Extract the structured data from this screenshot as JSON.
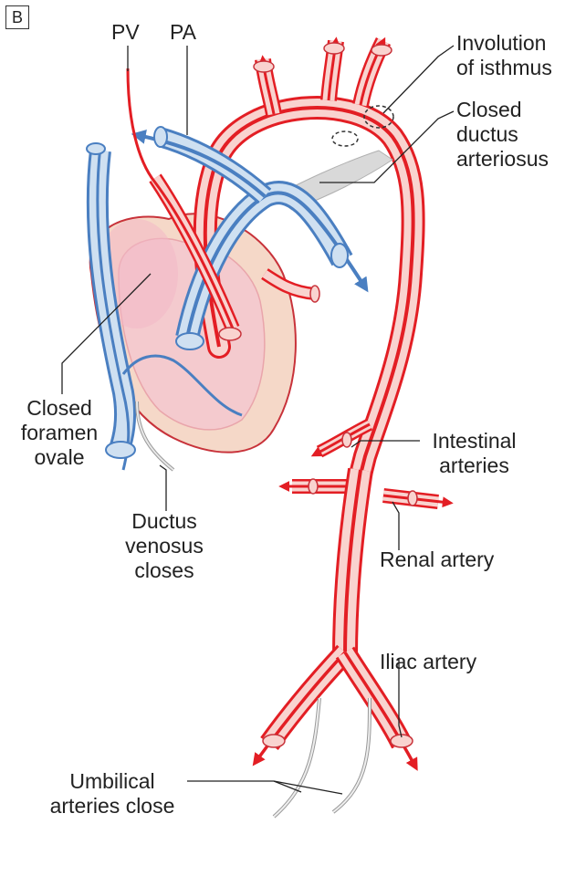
{
  "panel_letter": "B",
  "labels": {
    "pv": "PV",
    "pa": "PA",
    "involution": [
      "Involution",
      "of isthmus"
    ],
    "closed_ductus": [
      "Closed",
      "ductus",
      "arteriosus"
    ],
    "foramen": [
      "Closed",
      "foramen",
      "ovale"
    ],
    "intestinal": [
      "Intestinal",
      "arteries"
    ],
    "ductus_venosus": [
      "Ductus",
      "venosus",
      "closes"
    ],
    "renal": "Renal artery",
    "iliac": "Iliac artery",
    "umbilical": [
      "Umbilical",
      "arteries close"
    ]
  },
  "colors": {
    "artery_red": "#e31e24",
    "artery_pink": "#f9d3cf",
    "vein_blue": "#4a7fc1",
    "vein_light": "#cfe0f1",
    "myocardium": "#f5d8c8",
    "closed_gray": "#d9d9d9"
  }
}
